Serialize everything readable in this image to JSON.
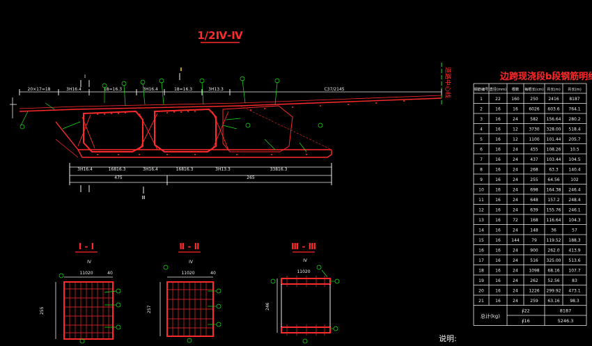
{
  "drawing": {
    "main_title": "1/2Ⅳ-Ⅳ",
    "axis_label": "道路中心线",
    "note_label": "说明:",
    "section_marks": [
      "Ⅰ",
      "Ⅱ",
      "Ⅲ"
    ],
    "dims_top": [
      "20×17=18",
      "3H16.4",
      "18=16.3",
      "3H16.4",
      "18=16.3",
      "3H13.3",
      "C37/2145"
    ],
    "dims_bottom": [
      "3H16.4",
      "16816.3",
      "3H16.4",
      "16816.3",
      "3H13.3",
      "33816.3"
    ],
    "dims_total": [
      "475",
      "265"
    ],
    "sections": [
      {
        "title": "Ⅰ - Ⅰ",
        "width": "11020",
        "height": "255",
        "tag": "IV",
        "side": "40"
      },
      {
        "title": "Ⅱ - Ⅱ",
        "width": "11020",
        "height": "257",
        "tag": "IV",
        "side": "40"
      },
      {
        "title": "Ⅲ - Ⅲ",
        "width": "11020",
        "height": "246",
        "tag": "IV",
        "side": ""
      }
    ]
  },
  "table": {
    "title": "边跨现浇段b段钢筋明细",
    "headers": [
      "钢筋编号",
      "直径(mm)",
      "根数",
      "每根长(cm)",
      "共长(m)",
      "共长(m)"
    ],
    "rows": [
      [
        "1",
        "22",
        "160",
        "250",
        "2416",
        "8187"
      ],
      [
        "2",
        "16",
        "16",
        "6026",
        "603.6",
        "764.1"
      ],
      [
        "3",
        "16",
        "24",
        "582",
        "156.64",
        "280.2"
      ],
      [
        "4",
        "16",
        "12",
        "3730",
        "328.00",
        "518.4"
      ],
      [
        "5",
        "16",
        "12",
        "1100",
        "101.44",
        "205.7"
      ],
      [
        "6",
        "16",
        "24",
        "455",
        "108.26",
        "10.5"
      ],
      [
        "7",
        "16",
        "24",
        "437",
        "103.44",
        "104.5"
      ],
      [
        "8",
        "16",
        "24",
        "268",
        "63.3",
        "140.4"
      ],
      [
        "9",
        "16",
        "24",
        "255",
        "64.56",
        "102"
      ],
      [
        "10",
        "16",
        "24",
        "698",
        "164.38",
        "246.4"
      ],
      [
        "11",
        "16",
        "24",
        "648",
        "157.2",
        "248.4"
      ],
      [
        "12",
        "16",
        "24",
        "639",
        "155.76",
        "246.1"
      ],
      [
        "13",
        "16",
        "72",
        "168",
        "116.64",
        "104.3"
      ],
      [
        "14",
        "16",
        "24",
        "148",
        "36",
        "57"
      ],
      [
        "15",
        "16",
        "144",
        "79",
        "119.52",
        "188.3"
      ],
      [
        "16",
        "16",
        "24",
        "900",
        "262.0",
        "413.9"
      ],
      [
        "17",
        "16",
        "24",
        "516",
        "325.00",
        "513.6"
      ],
      [
        "18",
        "16",
        "24",
        "1098",
        "68.16",
        "107.7"
      ],
      [
        "19",
        "16",
        "24",
        "262",
        "52.56",
        "83"
      ],
      [
        "20",
        "16",
        "24",
        "1226",
        "299.92",
        "473.1"
      ],
      [
        "21",
        "16",
        "24",
        "259",
        "63.16",
        "98.3"
      ]
    ],
    "total_label": "总计(kg)",
    "totals": [
      {
        "dia": "∮22",
        "value": "8187"
      },
      {
        "dia": "∮16",
        "value": "5246.3"
      }
    ]
  },
  "colors": {
    "background": "#000000",
    "red": "#ff2a2a",
    "green": "#19e619",
    "white": "#f2f2f2",
    "yellow": "#ffe14d"
  }
}
